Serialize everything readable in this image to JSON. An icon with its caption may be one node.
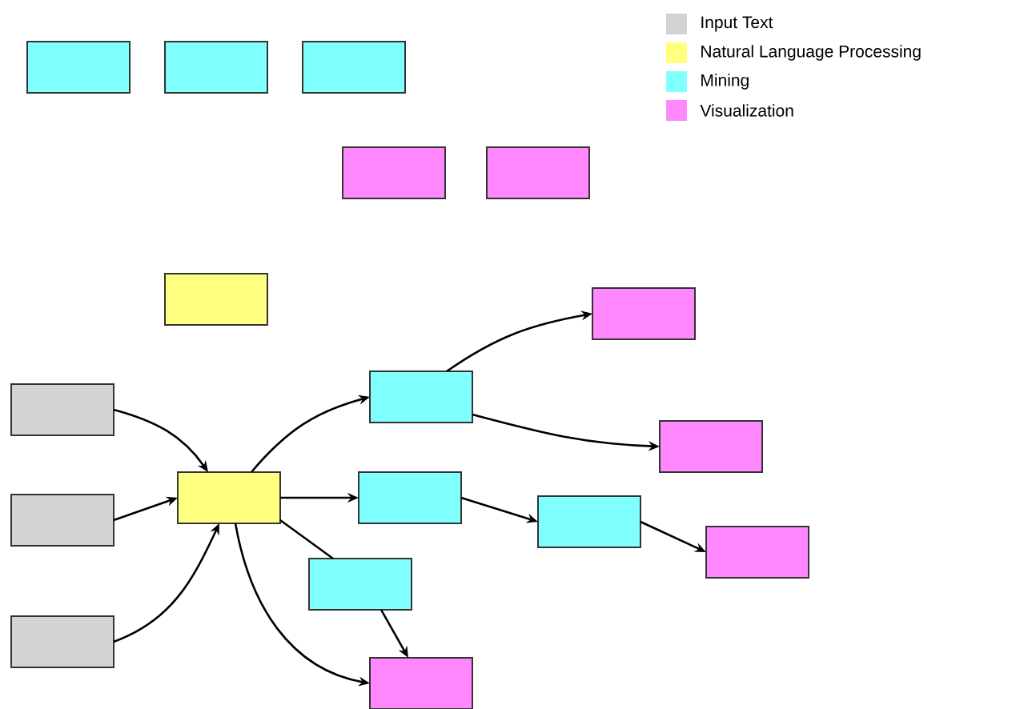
{
  "diagram": {
    "nodes": [
      {
        "text": [],
        "shape": "box"
      },
      {
        "text": [],
        "shape": "box"
      },
      {
        "text": [],
        "shape": "box"
      },
      {
        "text": [],
        "shape": "box"
      },
      {
        "text": [],
        "shape": "box"
      },
      {
        "text": [],
        "shape": "box"
      },
      {
        "text": [],
        "shape": "box"
      },
      {
        "text": [],
        "shape": "box"
      },
      {
        "text": [],
        "shape": "box"
      },
      {
        "text": [],
        "shape": "box"
      },
      {
        "text": [],
        "shape": "box"
      },
      {
        "text": [],
        "shape": "box"
      },
      {
        "text": [],
        "shape": "box"
      },
      {
        "text": [],
        "shape": "box"
      },
      {
        "text": [],
        "shape": "box"
      },
      {
        "text": [],
        "shape": "box"
      },
      {
        "text": [],
        "shape": "box"
      },
      {
        "text": [],
        "shape": "box"
      }
    ],
    "edges": [
      {
        "from": 8,
        "to": 10,
        "arrow": "to"
      },
      {
        "from": 12,
        "to": 10,
        "arrow": "to"
      },
      {
        "from": 16,
        "to": 10,
        "arrow": "to"
      },
      {
        "from": 10,
        "to": 7,
        "arrow": "to"
      },
      {
        "from": 10,
        "to": 11,
        "arrow": "to"
      },
      {
        "from": 10,
        "to": 15,
        "arrow": "none"
      },
      {
        "from": 10,
        "to": 17,
        "arrow": "to"
      },
      {
        "from": 15,
        "to": 17,
        "arrow": "to"
      },
      {
        "from": 7,
        "to": 6,
        "arrow": "to"
      },
      {
        "from": 7,
        "to": 9,
        "arrow": "to"
      },
      {
        "from": 11,
        "to": 13,
        "arrow": "to"
      },
      {
        "from": 13,
        "to": 14,
        "arrow": "to"
      }
    ],
    "legend": [
      {
        "text": "Input Text",
        "color": "#d3d3d3"
      },
      {
        "text": "Natural Language Processing",
        "color": "#ffff80"
      },
      {
        "text": "Mining",
        "color": "#80ffff"
      },
      {
        "text": "Visualization",
        "color": "#ff88ff"
      }
    ]
  }
}
